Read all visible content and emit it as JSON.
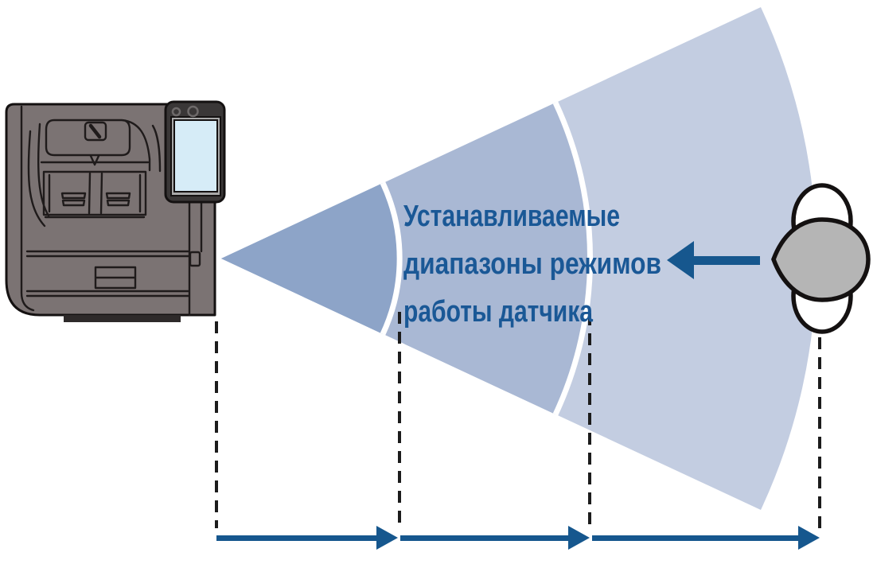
{
  "diagram": {
    "sensor_label": {
      "line1": "Устанавливаемые",
      "line2": "диапазоны режимов",
      "line3": "работы датчика"
    },
    "colors": {
      "label_text": "#1a5896",
      "arrow_blue": "#16578e",
      "cone_inner": "#8da4c8",
      "cone_middle": "#a9b8d4",
      "cone_outer": "#c3cde1",
      "printer_body": "#7b7373",
      "printer_base": "#2e2a2a",
      "panel_dark": "#3a3737",
      "screen_frame": "#a8a8a8",
      "screen_blue": "#d6ecf7",
      "sensor_window": "#d8d8d8",
      "head_gray": "#b5b5b5",
      "shoulder_white": "#ffffff"
    }
  }
}
